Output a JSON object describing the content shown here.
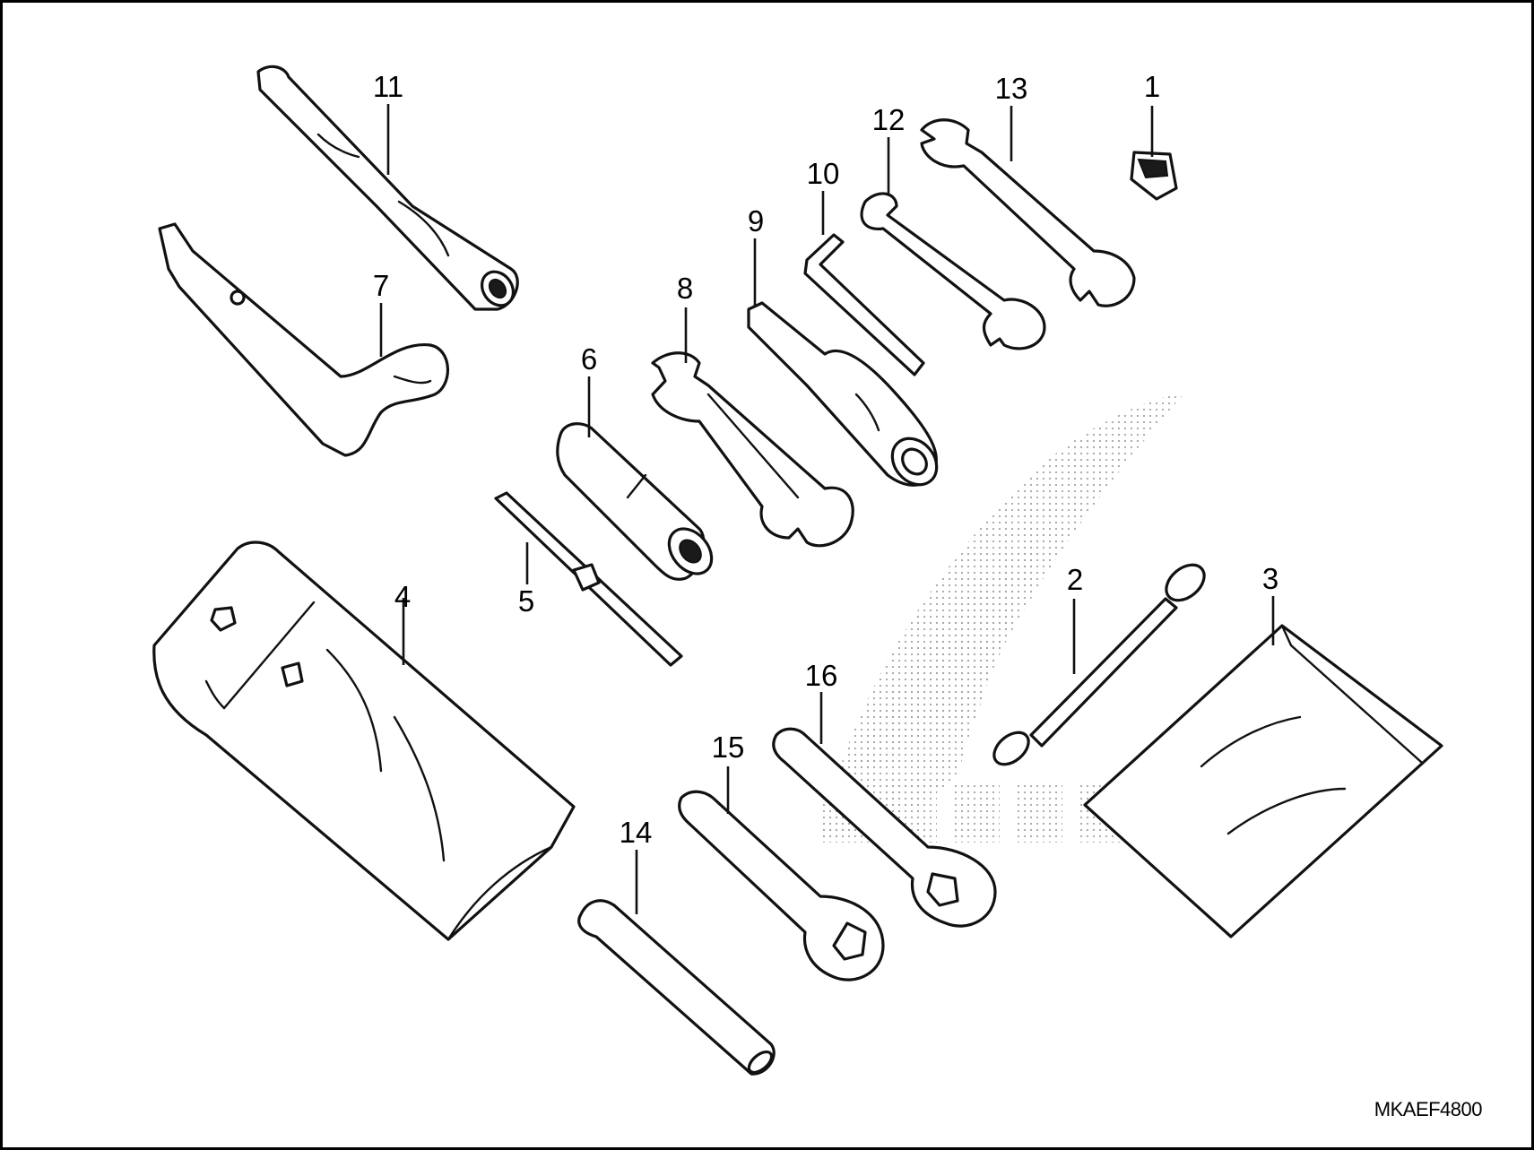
{
  "diagram": {
    "callouts": [
      "1",
      "2",
      "3",
      "4",
      "5",
      "6",
      "7",
      "8",
      "9",
      "10",
      "11",
      "12",
      "13",
      "14",
      "15",
      "16"
    ],
    "drawing_code": "MKAEF4800"
  }
}
